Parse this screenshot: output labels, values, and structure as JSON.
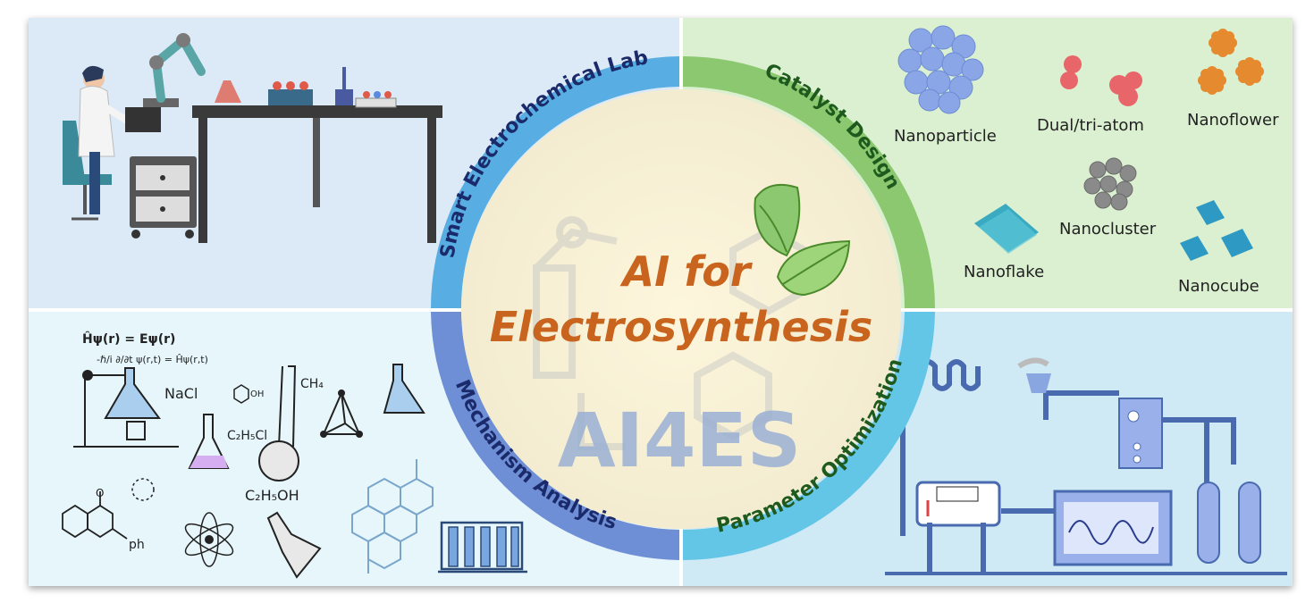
{
  "center": {
    "title_line1": "AI for",
    "title_line2": "Electrosynthesis",
    "abbreviation": "AI4ES"
  },
  "ring": {
    "smart_lab": "Smart Electrochemical Lab",
    "catalyst_design": "Catalyst Design",
    "mechanism_analysis": "Mechanism Analysis",
    "parameter_optimization": "Parameter Optimization"
  },
  "catalysts": {
    "nanoparticle": "Nanoparticle",
    "dual_tri_atom": "Dual/tri-atom",
    "nanoflower": "Nanoflower",
    "nanocluster": "Nanocluster",
    "nanoflake": "Nanoflake",
    "nanocube": "Nanocube"
  },
  "mechanism": {
    "equation_1": "Ĥψ(r) = Eψ(r)",
    "equation_2": "-ℏ/i ∂/∂t ψ(r,t) = Ĥψ(r,t)",
    "nacl": "NaCl",
    "oh": "OH",
    "ch4": "CH₄",
    "c2h5cl": "C₂H₅Cl",
    "c2h5oh": "C₂H₅OH",
    "ph": "ph",
    "o": "O"
  },
  "colors": {
    "title": "#c8641e",
    "ring_blue": "#58aee2",
    "ring_green": "#8cc870",
    "ring_purple": "#6e8ed6",
    "ring_teal": "#64c6e6",
    "ring_label_dark": "#1a2a6a",
    "ring_label_green": "#1e5a1e",
    "q1": "#dce9f6",
    "q2": "#dbf0d0",
    "q3": "#e6f6fb",
    "q4": "#cfe9f5"
  }
}
